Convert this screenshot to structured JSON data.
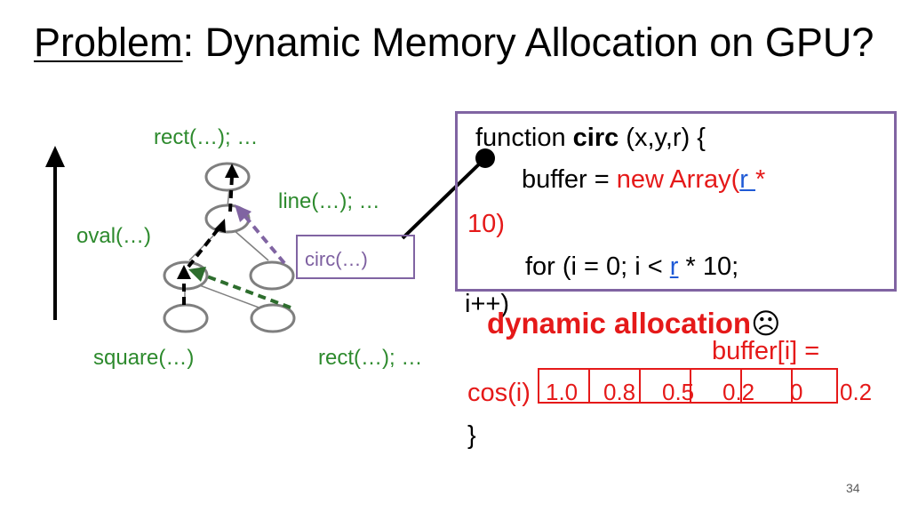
{
  "title": {
    "underlined": "Problem",
    "rest": ": Dynamic Memory Allocation on GPU?"
  },
  "tree": {
    "labels": {
      "rect_top": "rect(…); …",
      "line": "line(…); …",
      "oval": "oval(…)",
      "circ": "circ(…)",
      "square": "square(…)",
      "rect_bottom": "rect(…); …"
    }
  },
  "code": {
    "line1_a": "function ",
    "line1_b": "circ",
    "line1_c": " (x,y,r) {",
    "line2_a": "buffer = ",
    "line2_b": "new Array(",
    "line2_r": "r ",
    "line2_c": "*",
    "line3": "10)",
    "line4_a": "for (i = 0; i < ",
    "line4_r": "r",
    "line4_b": " * 10;",
    "line5": "i++)",
    "line6": "buffer[i] =",
    "line7": "cos(i)",
    "line8": "}"
  },
  "dynamic_allocation": {
    "text": "dynamic allocation",
    "face": "☹"
  },
  "array": {
    "values": [
      "1.0",
      "0.8",
      "0.5",
      "0.2",
      "0",
      "0.2"
    ]
  },
  "colors": {
    "green": "#2d8a2d",
    "purple": "#8064a2",
    "red": "#e51919",
    "blue": "#1f5ad6"
  },
  "page_number": "34"
}
